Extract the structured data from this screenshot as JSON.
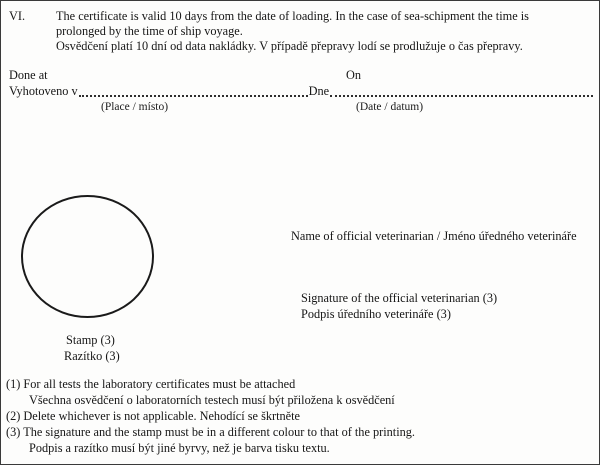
{
  "page": {
    "background": "#fdfdfc",
    "text_color": "#161616"
  },
  "section_vi": {
    "number": "VI.",
    "line1_en": "The certificate is valid 10 days from the date of loading. In the case of sea-schipment the time is",
    "line2_en": "prolonged by the time of ship voyage.",
    "line_cs": "Osvědčení platí 10 dní od data nakládky. V případě přepravy lodí se prodlužuje o čas přepravy."
  },
  "done_block": {
    "done_at_en": "Done at",
    "on_en": "On",
    "done_at_cs": "Vyhotoveno v",
    "on_cs": "Dne",
    "place_caption": "(Place / místo)",
    "date_caption": "(Date / datum)"
  },
  "stamp_block": {
    "stamp_en": "Stamp (3)",
    "stamp_cs": "Razítko (3)"
  },
  "vet_block": {
    "name_line": "Name of official veterinarian / Jméno úředného veterináře",
    "signature_en": "Signature of the official veterinarian (3)",
    "signature_cs": "Podpis úředního veterináře (3)"
  },
  "footnotes": {
    "fn1_en": "(1) For all tests the laboratory certificates must be attached",
    "fn1_cs": "Všechna osvědčení o laboratorních testech musí být přiložena k osvědčení",
    "fn2": "(2) Delete whichever is not applicable. Nehodící se škrtněte",
    "fn3_en": "(3) The signature and the stamp must be in a different colour to that of the printing.",
    "fn3_cs": "Podpis a razítko musí být jiné byrvy, než je barva tisku textu."
  }
}
